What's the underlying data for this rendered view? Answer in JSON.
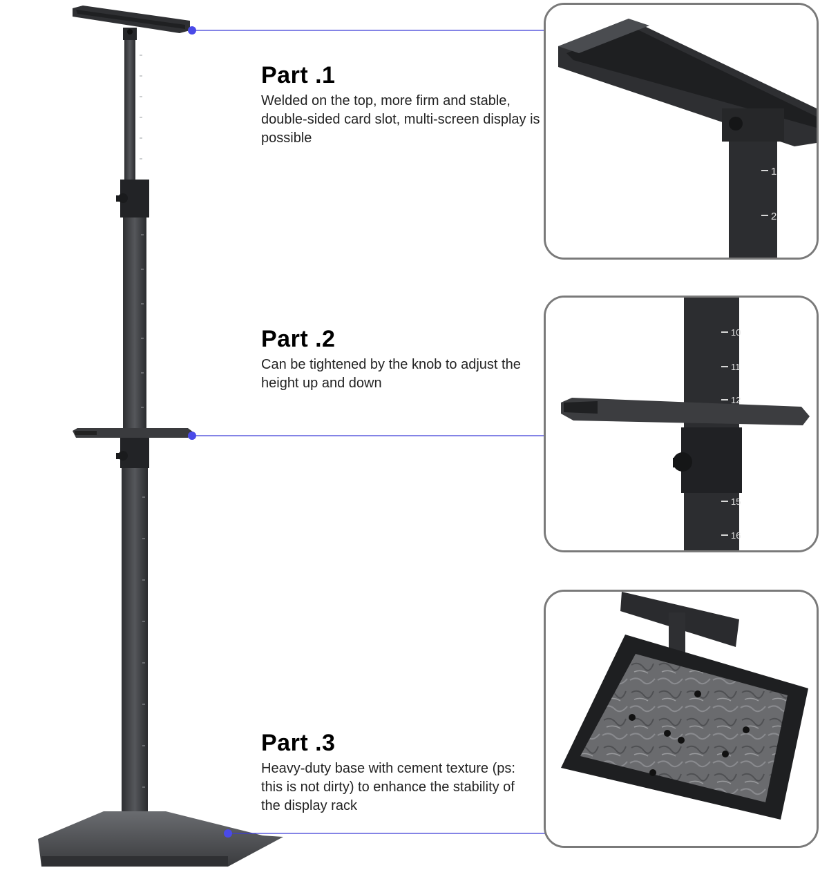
{
  "parts": [
    {
      "title": "Part .1",
      "description": "Welded on the top, more firm and stable, double-sided card slot, multi-screen display is possible"
    },
    {
      "title": "Part .2",
      "description": "Can be tightened by the knob to adjust the height up and down"
    },
    {
      "title": "Part .3",
      "description": "Heavy-duty base with cement texture (ps: this is not dirty) to enhance the stability of the display rack"
    }
  ],
  "zoom_scale_labels": {
    "part1": [
      "1",
      "2"
    ],
    "part2": [
      "10",
      "11",
      "12",
      "15",
      "16"
    ]
  },
  "colors": {
    "callout_line": "#3a3ad6",
    "callout_dot": "#4a4ae8",
    "stand_metal": "#3c3d40",
    "frame_border": "#7a7a7a"
  }
}
